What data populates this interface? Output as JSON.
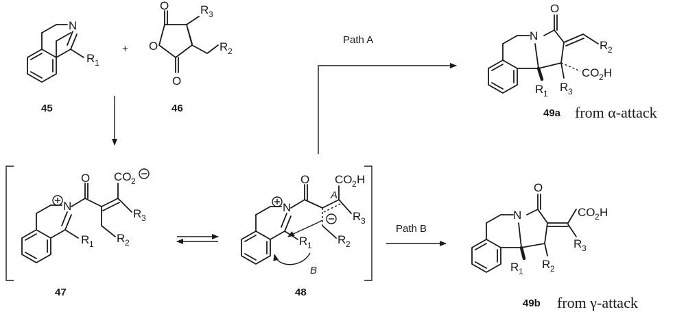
{
  "compounds": {
    "c45": "45",
    "c46": "46",
    "c47": "47",
    "c48": "48",
    "c49a": "49a",
    "c49b": "49b"
  },
  "labels": {
    "path_a": "Path A",
    "path_b": "Path B",
    "from_alpha": "from α-attack",
    "from_gamma": "from γ-attack",
    "plus": "+",
    "arrow_a": "A",
    "arrow_b": "B"
  },
  "atoms": {
    "N": "N",
    "O": "O",
    "R": "R",
    "CO": "CO",
    "H": "H",
    "sub1": "1",
    "sub2": "2",
    "sub3": "3"
  }
}
